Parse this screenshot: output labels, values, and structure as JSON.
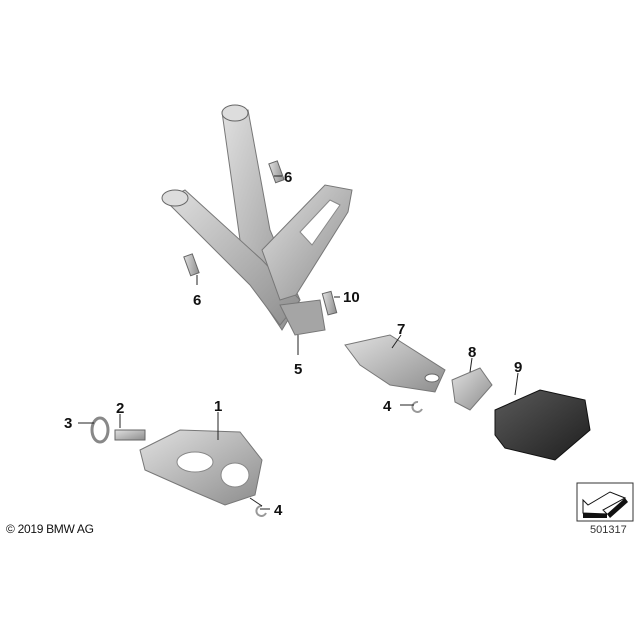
{
  "labels": {
    "p1": "1",
    "p2": "2",
    "p3": "3",
    "p4a": "4",
    "p4b": "4",
    "p5": "5",
    "p6a": "6",
    "p6b": "6",
    "p7": "7",
    "p8": "8",
    "p9": "9",
    "p10": "10"
  },
  "copyright": "© 2019 BMW AG",
  "diagram_code": "501317",
  "colors": {
    "metal": "#b9b9b9",
    "metal_dark": "#8a8a8a",
    "rubber": "#3a3a3a"
  }
}
